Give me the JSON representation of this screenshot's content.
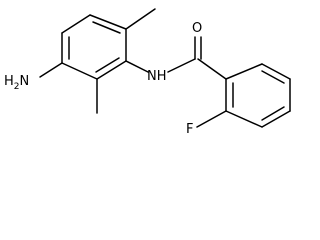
{
  "molecule": {
    "atom_labels": {
      "amine_h": "H",
      "amine_h_count": "2",
      "amine_n": "N",
      "amide_nh": "NH",
      "carbonyl_o": "O",
      "fluorine": "F"
    }
  }
}
